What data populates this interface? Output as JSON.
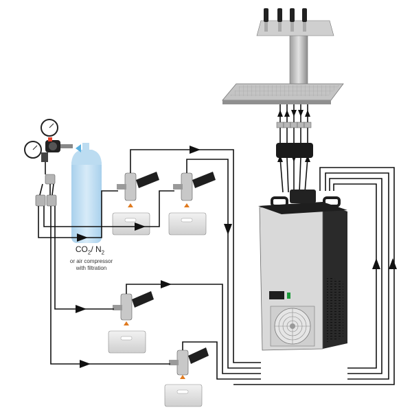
{
  "gas_source": {
    "formula_main": "CO",
    "formula_sub": "2",
    "formula_rest": "/ N",
    "formula_sub2": "2",
    "note_line1": "or air compressor",
    "note_line2": "with filtration"
  },
  "colors": {
    "line": "#111111",
    "cylinder": "#bcdcf1",
    "cooler_body": "#d7d7d7",
    "cooler_side": "#2a2a2a",
    "drip_tray": "#bdbdbd",
    "keg": "#e3e3e3",
    "arrow_orange": "#e07a1f",
    "badge_green": "#1c9a3a"
  },
  "icons": {
    "fan": "fan-grille-icon",
    "regulator": "pressure-regulator-icon",
    "coupler": "keg-coupler-icon",
    "tap": "beer-tap-icon"
  }
}
